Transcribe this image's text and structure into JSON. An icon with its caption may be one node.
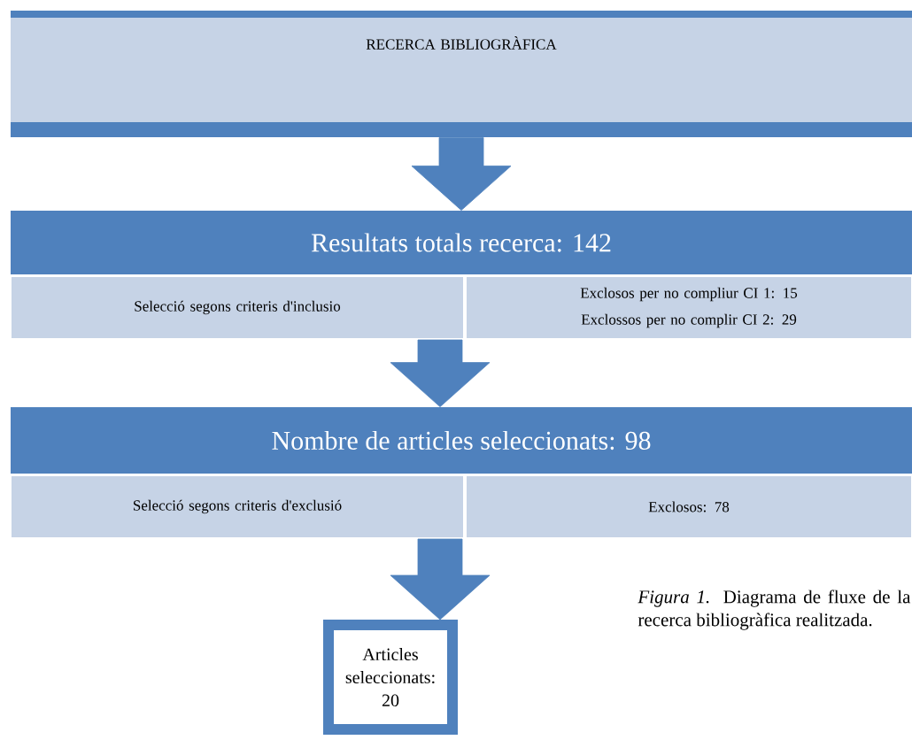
{
  "diagram": {
    "caption": "*Figura 1.* Diagrama de fluxe de la recerca bibliogràfica realitzada.",
    "nodes": [
      {
        "text": [
          "RECERCA BIBLIOGRÀFICA"
        ]
      },
      {
        "text": [
          "Resultats totals recerca: 142"
        ]
      },
      {
        "text": [
          "Selecció segons criteris d'inclusio"
        ]
      },
      {
        "text": [
          "Exclosos per no compliur CI 1: 15",
          "Exclossos per no complir CI 2: 29"
        ]
      },
      {
        "text": [
          "Nombre de articles seleccionats: 98"
        ]
      },
      {
        "text": [
          "Selecció segons criteris d'exclusió"
        ]
      },
      {
        "text": [
          "Exclosos: 78"
        ]
      },
      {
        "text": [
          "Articles seleccionats: 20"
        ]
      }
    ],
    "edges": [
      {
        "from": 0,
        "to": 1,
        "arrow": "to"
      },
      {
        "from": 2,
        "to": 4,
        "arrow": "to"
      },
      {
        "from": 5,
        "to": 7,
        "arrow": "to"
      }
    ]
  }
}
